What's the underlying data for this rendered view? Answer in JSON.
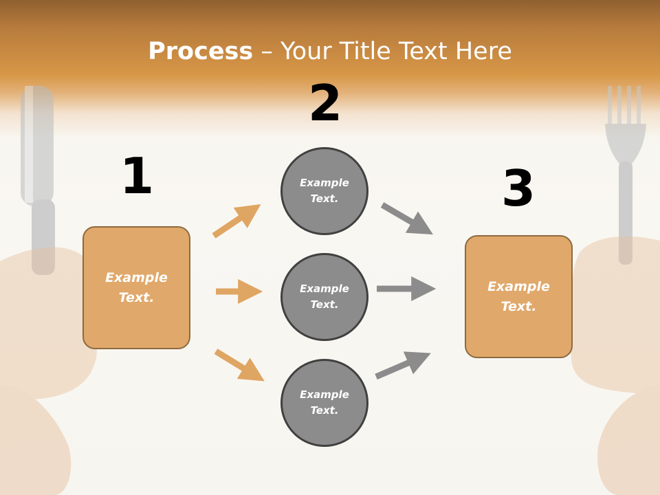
{
  "title": {
    "bold": "Process",
    "rest": " – Your Title Text Here"
  },
  "steps": [
    {
      "number": "1",
      "text_line1": "Example",
      "text_line2": "Text."
    },
    {
      "number": "2"
    },
    {
      "number": "3",
      "text_line1": "Example",
      "text_line2": "Text."
    }
  ],
  "circles": [
    {
      "text_line1": "Example",
      "text_line2": "Text."
    },
    {
      "text_line1": "Example",
      "text_line2": "Text."
    },
    {
      "text_line1": "Example",
      "text_line2": "Text."
    }
  ],
  "colors": {
    "header": "#d89848",
    "box_fill": "#e0a86a",
    "circle_fill": "#8c8c8c",
    "arrow_orange": "#dfa562",
    "arrow_gray": "#8c8c8c"
  }
}
